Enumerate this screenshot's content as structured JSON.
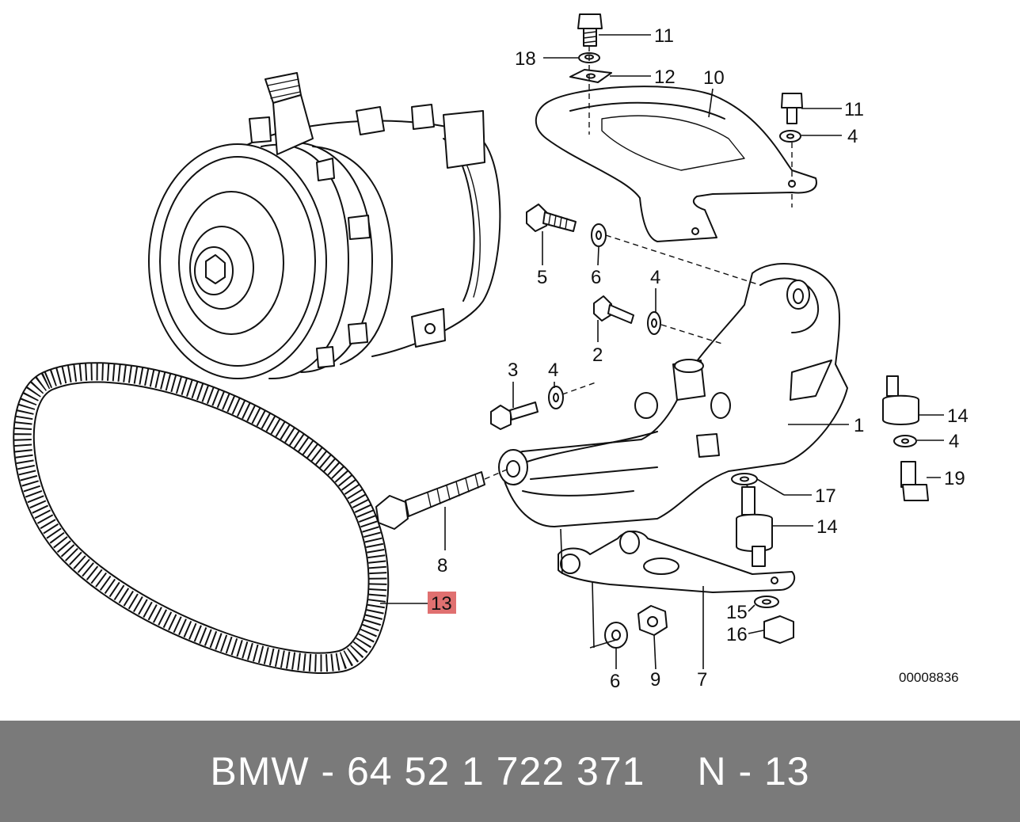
{
  "diagram": {
    "reference_code": "00008836",
    "callouts": [
      {
        "id": "c11a",
        "label": "11"
      },
      {
        "id": "c18",
        "label": "18"
      },
      {
        "id": "c12",
        "label": "12"
      },
      {
        "id": "c10",
        "label": "10"
      },
      {
        "id": "c11b",
        "label": "11"
      },
      {
        "id": "c4a",
        "label": "4"
      },
      {
        "id": "c5",
        "label": "5"
      },
      {
        "id": "c6a",
        "label": "6"
      },
      {
        "id": "c4b",
        "label": "4"
      },
      {
        "id": "c2",
        "label": "2"
      },
      {
        "id": "c3",
        "label": "3"
      },
      {
        "id": "c4c",
        "label": "4"
      },
      {
        "id": "c1",
        "label": "1"
      },
      {
        "id": "c14a",
        "label": "14"
      },
      {
        "id": "c4d",
        "label": "4"
      },
      {
        "id": "c19",
        "label": "19"
      },
      {
        "id": "c17",
        "label": "17"
      },
      {
        "id": "c14b",
        "label": "14"
      },
      {
        "id": "c8",
        "label": "8"
      },
      {
        "id": "c13",
        "label": "13",
        "highlighted": true
      },
      {
        "id": "c15",
        "label": "15"
      },
      {
        "id": "c16",
        "label": "16"
      },
      {
        "id": "c6b",
        "label": "6"
      },
      {
        "id": "c9",
        "label": "9"
      },
      {
        "id": "c7",
        "label": "7"
      }
    ]
  },
  "footer": {
    "part_text": "BMW - 64 52 1 722 371",
    "position_text": "N - 13"
  },
  "colors": {
    "footer_background": "#7a7a7a",
    "footer_text": "#ffffff",
    "highlight": "#e07070",
    "ink": "#111111"
  }
}
